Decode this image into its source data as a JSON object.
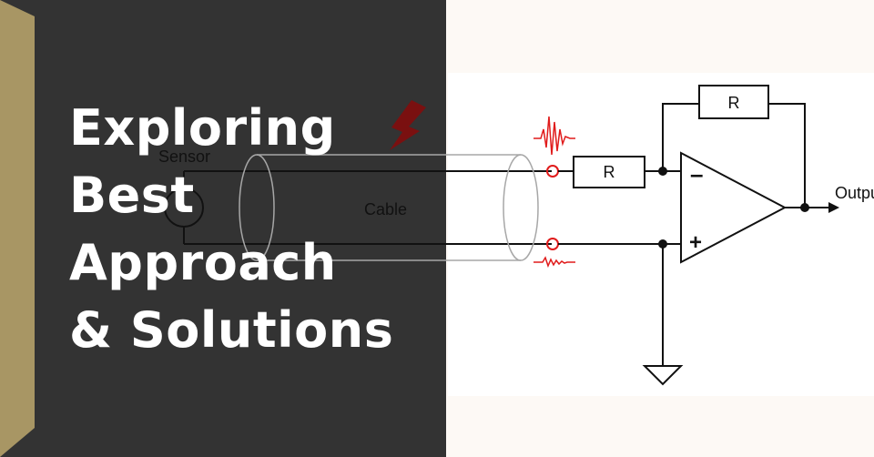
{
  "headline": {
    "line1": "Exploring",
    "line2": "Best",
    "line3": "Approach",
    "line4": "& Solutions"
  },
  "diagram": {
    "sensor_label": "Sensor",
    "cable_label": "Cable",
    "resistor_input_label": "R",
    "resistor_feedback_label": "R",
    "opamp_minus": "–",
    "opamp_plus": "+",
    "output_label": "Output"
  },
  "colors": {
    "dark_panel": "#333333",
    "gold_strip": "#a89664",
    "noise_red": "#e01b1b",
    "lightning": "#7a1010",
    "background": "#fdf9f5"
  },
  "icons": [
    "lightning-bolt-icon",
    "noise-wave-icon",
    "ground-symbol-icon"
  ]
}
